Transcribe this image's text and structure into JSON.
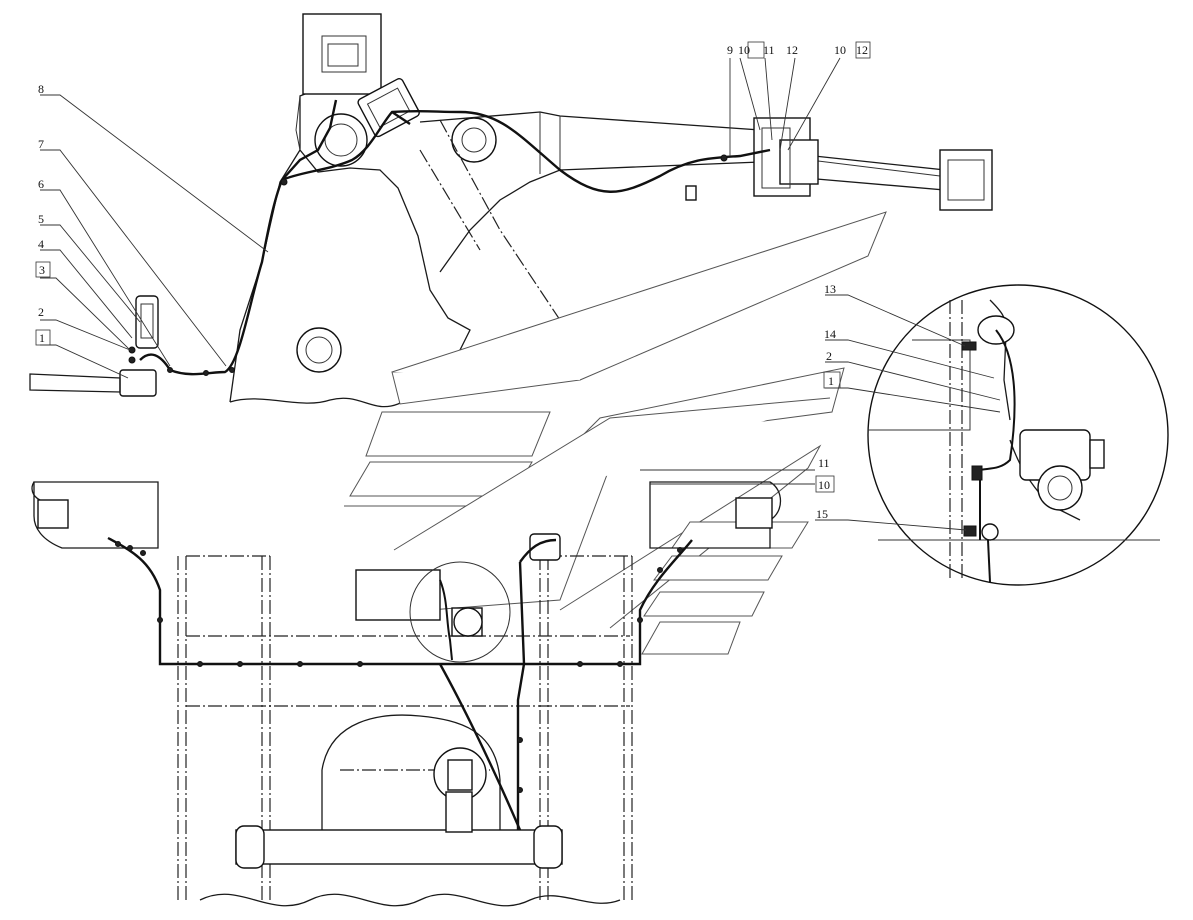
{
  "callouts": {
    "left": [
      "8",
      "7",
      "6",
      "5",
      "4",
      "3",
      "2",
      "1"
    ],
    "top_group_a": [
      "9",
      "10",
      "11",
      "12"
    ],
    "top_group_b": [
      "10",
      "12"
    ],
    "detail": [
      "13",
      "14",
      "2",
      "1",
      "15"
    ],
    "center": [
      "11",
      "10"
    ]
  }
}
